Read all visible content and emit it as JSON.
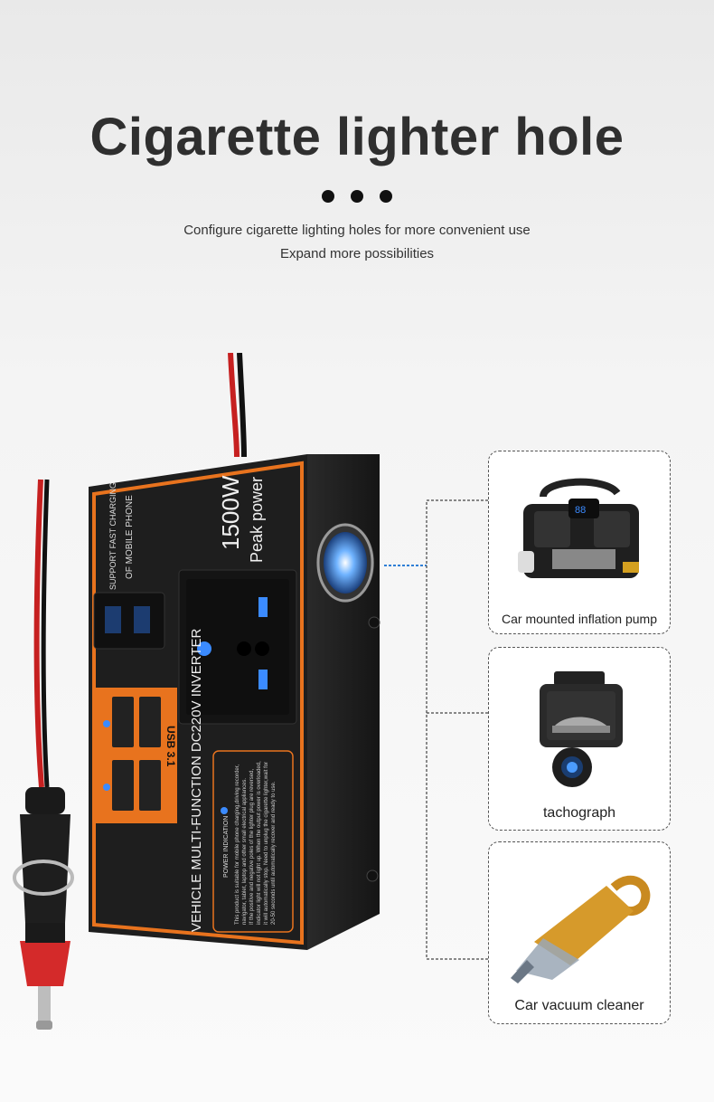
{
  "header": {
    "title": "Cigarette lighter hole",
    "subtitle_line1": "Configure cigarette lighting holes for more convenient use",
    "subtitle_line2": "Expand more possibilities"
  },
  "product": {
    "power_rating": "1500W",
    "power_label": "Peak power",
    "side_label_line1": "SUPPORT FAST CHARGING",
    "side_label_line2": "OF MOBILE PHONE",
    "usb_badge": "USB 3.1",
    "model_name": "VEHICLE MULTI-FUNCTION DC220V INVERTER",
    "indication_title": "POWER INDICATION",
    "indication_text": "This product is suitable for mobile phone charging,driving recorder, navigator, tablet, laptop and other small electrical appliances. If the positive and negative poles of the lighter plug are reversed, indicator light will not light up. When the output power is overloaded, it will automatically stop. Need to unplug the cigarette lighter,wait for 20-50 seconds until automatically recover and ready to use."
  },
  "accessories": [
    {
      "label": "Car mounted inflation pump",
      "icon": "air-pump-icon"
    },
    {
      "label": "tachograph",
      "icon": "dashcam-icon"
    },
    {
      "label": "Car vacuum cleaner",
      "icon": "vacuum-cleaner-icon"
    }
  ],
  "colors": {
    "accent_orange": "#e8731e",
    "device_body": "#1e1e1e",
    "led_blue": "#3b8bff"
  }
}
